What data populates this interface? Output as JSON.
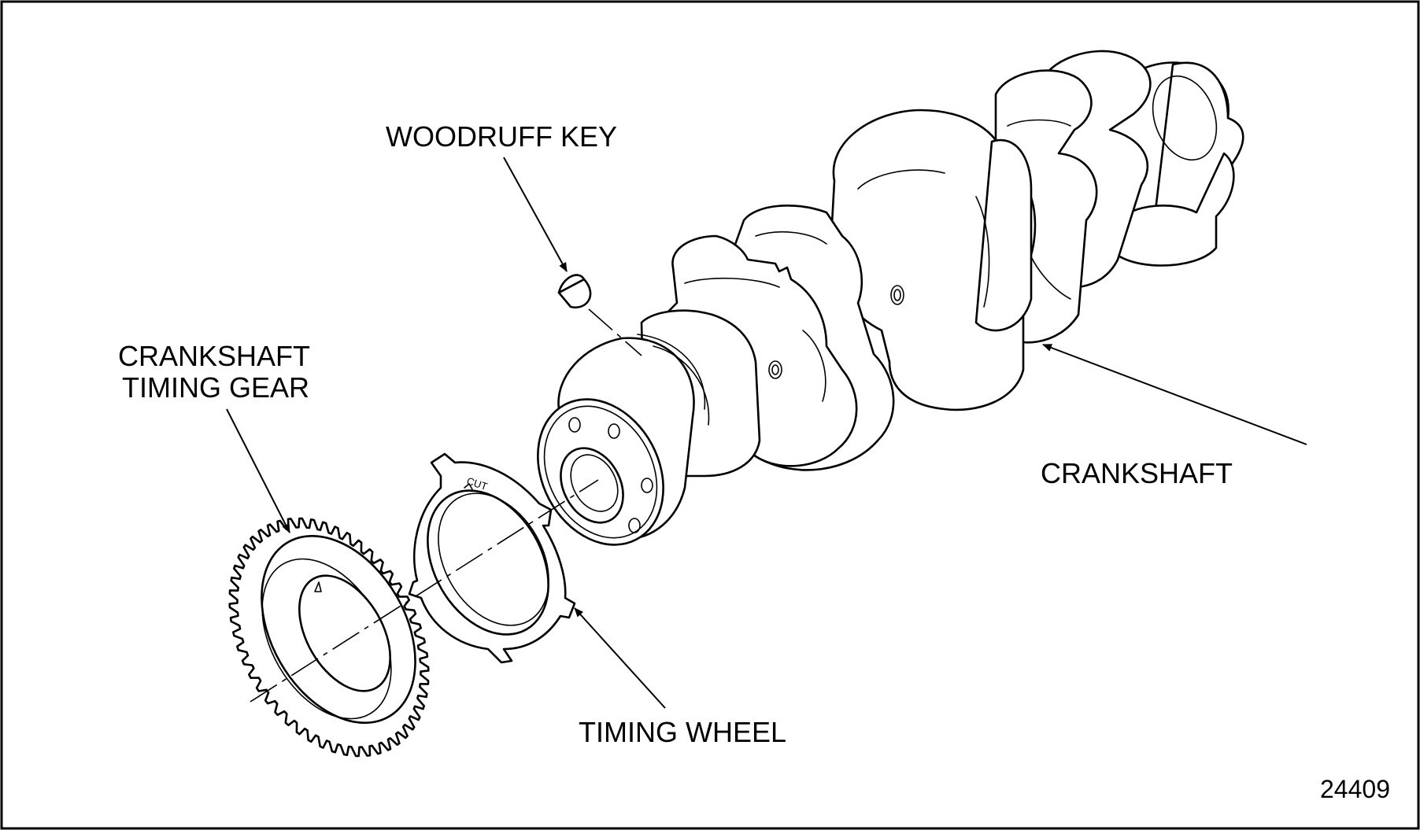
{
  "labels": {
    "woodruff_key": "WOODRUFF KEY",
    "timing_gear_line1": "CRANKSHAFT",
    "timing_gear_line2": "TIMING GEAR",
    "crankshaft": "CRANKSHAFT",
    "timing_wheel": "TIMING WHEEL",
    "timing_wheel_mark": "CUT",
    "figure_number": "24409"
  },
  "colors": {
    "ink": "#000000",
    "background": "#ffffff"
  },
  "gear": {
    "tooth_count": 52
  }
}
